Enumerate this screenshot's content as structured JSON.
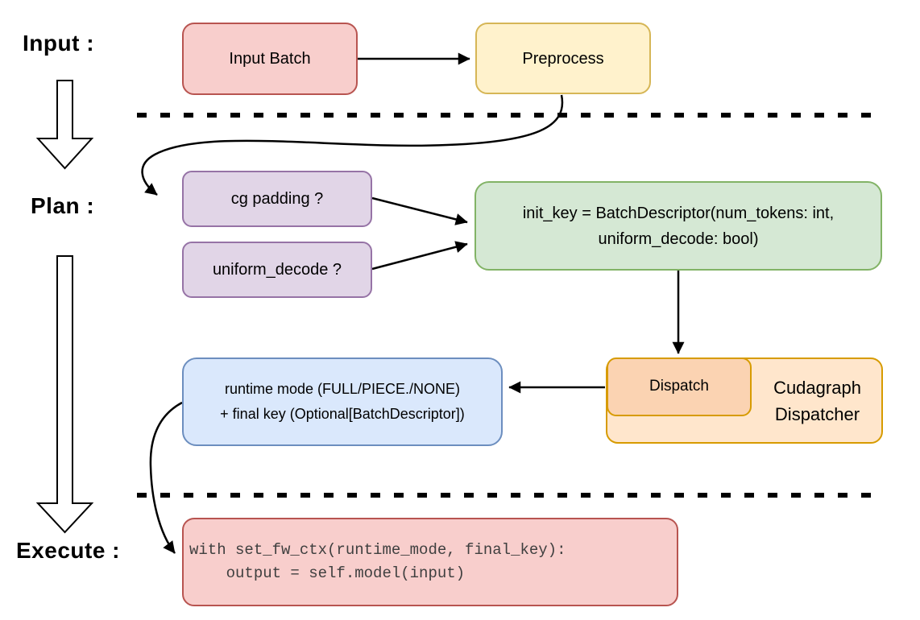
{
  "labels": {
    "input": "Input :",
    "plan": "Plan :",
    "execute": "Execute :"
  },
  "nodes": {
    "input_batch": {
      "label": "Input Batch",
      "fill": "#f8cecc",
      "border": "#b85450"
    },
    "preprocess": {
      "label": "Preprocess",
      "fill": "#fff2cc",
      "border": "#d6b656"
    },
    "cg_padding": {
      "label": "cg padding ?",
      "fill": "#e1d5e7",
      "border": "#9673a6"
    },
    "uniform_decode": {
      "label": "uniform_decode ?",
      "fill": "#e1d5e7",
      "border": "#9673a6"
    },
    "init_key": {
      "line1": "init_key = BatchDescriptor(num_tokens: int,",
      "line2": "uniform_decode: bool)",
      "fill": "#d5e8d4",
      "border": "#82b366"
    },
    "dispatch": {
      "label": "Dispatch",
      "fill": "#fbd3b2",
      "border": "#d79b00"
    },
    "cudagraph_dispatcher": {
      "line1": "Cudagraph",
      "line2": "Dispatcher",
      "fill": "#ffe6cc",
      "border": "#d79b00"
    },
    "runtime_mode": {
      "line1": "runtime mode (FULL/PIECE./NONE)",
      "line2": "+ final key (Optional[BatchDescriptor])",
      "fill": "#dae8fc",
      "border": "#6c8ebf"
    },
    "execute_code": {
      "line1": "with set_fw_ctx(runtime_mode, final_key):",
      "line2": "    output = self.model(input)",
      "fill": "#f8cecc",
      "border": "#b85450"
    }
  }
}
